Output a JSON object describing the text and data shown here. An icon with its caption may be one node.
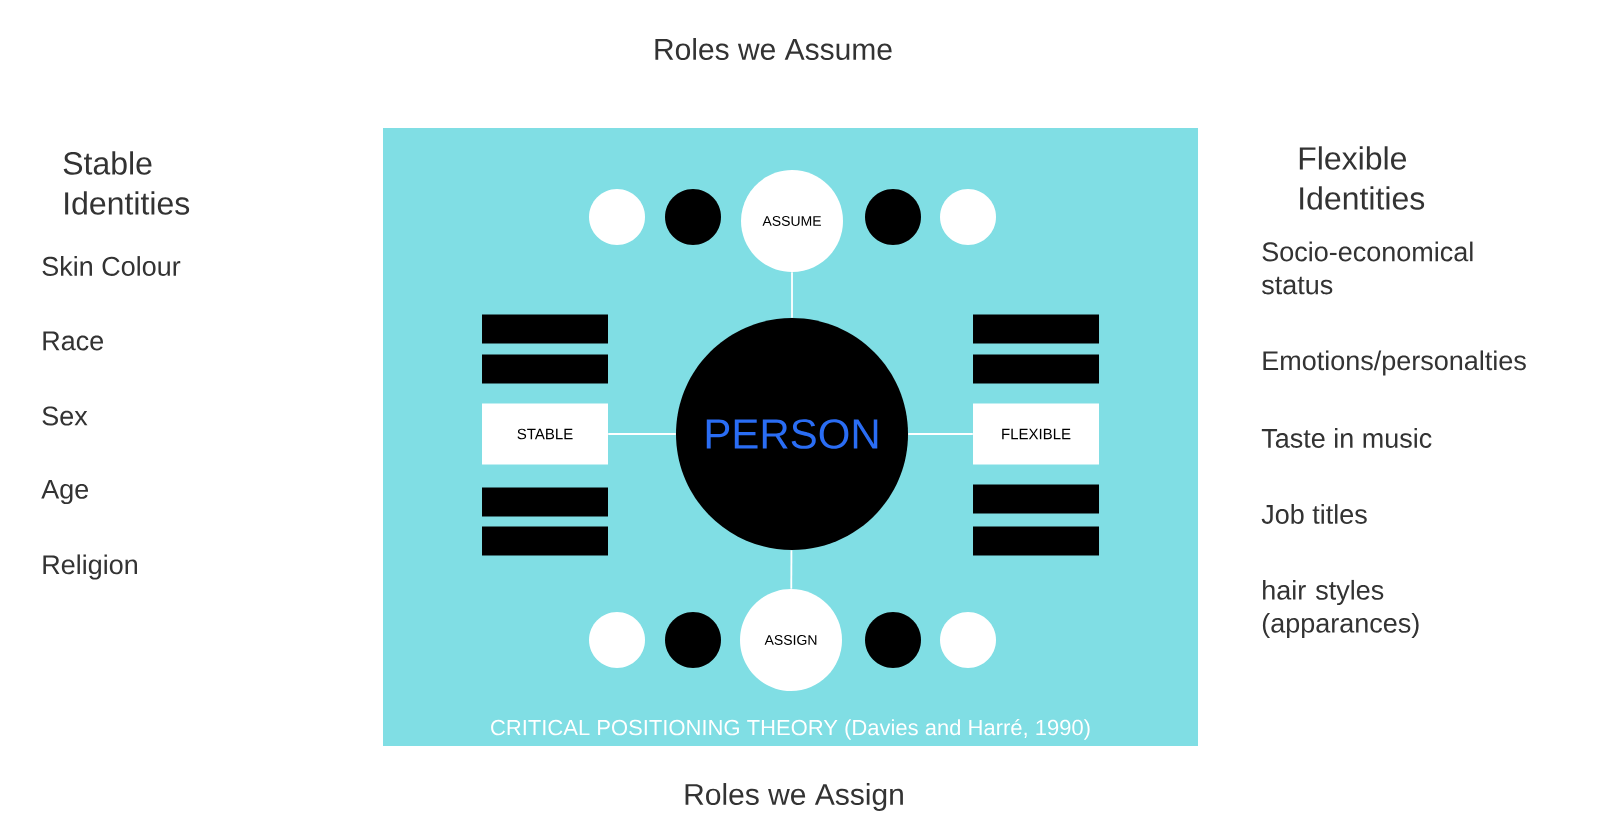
{
  "diagram": {
    "nodes": [
      {
        "text": [
          "CRITICAL POSITIONING THEORY (Davies and Harré, 1990)"
        ]
      },
      {
        "text": [],
        "shape": "circle",
        "in": 0
      },
      {
        "text": [],
        "shape": "circle",
        "in": 0
      },
      {
        "text": [
          "ASSUME"
        ],
        "in": 0
      },
      {
        "text": [],
        "shape": "circle",
        "in": 0
      },
      {
        "text": [],
        "shape": "circle",
        "in": 0
      },
      {
        "text": [],
        "shape": "bar",
        "in": 0
      },
      {
        "text": [],
        "shape": "bar",
        "in": 0
      },
      {
        "text": [],
        "shape": "bar",
        "in": 0
      },
      {
        "text": [],
        "shape": "bar",
        "in": 0
      },
      {
        "text": [
          "STABLE"
        ],
        "in": 0
      },
      {
        "text": [
          "PERSON"
        ],
        "in": 0
      },
      {
        "text": [
          "FLEXIBLE"
        ],
        "in": 0
      },
      {
        "text": [],
        "shape": "bar",
        "in": 0
      },
      {
        "text": [],
        "shape": "bar",
        "in": 0
      },
      {
        "text": [],
        "shape": "bar",
        "in": 0
      },
      {
        "text": [],
        "shape": "bar",
        "in": 0
      },
      {
        "text": [],
        "shape": "circle",
        "in": 0
      },
      {
        "text": [],
        "shape": "circle",
        "in": 0
      },
      {
        "text": [
          "ASSIGN"
        ],
        "in": 0
      },
      {
        "text": [],
        "shape": "circle",
        "in": 0
      },
      {
        "text": [],
        "shape": "circle",
        "in": 0
      }
    ],
    "edges": [
      {
        "from": 3,
        "to": 11,
        "arrow": "none"
      },
      {
        "from": 10,
        "to": 11,
        "arrow": "none"
      },
      {
        "from": 11,
        "to": 12,
        "arrow": "none"
      },
      {
        "from": 11,
        "to": 19,
        "arrow": "none"
      }
    ],
    "labels": [
      "Roles we Assume",
      "Stable Identities",
      "Flexible Identities",
      "Skin Colour",
      "Socio-economical status",
      "Race",
      "Emotions/personalties",
      "Sex",
      "Taste in music",
      "Age",
      "Job titles",
      "Religion",
      "hair styles (apparances)",
      "Roles we Assign"
    ]
  }
}
